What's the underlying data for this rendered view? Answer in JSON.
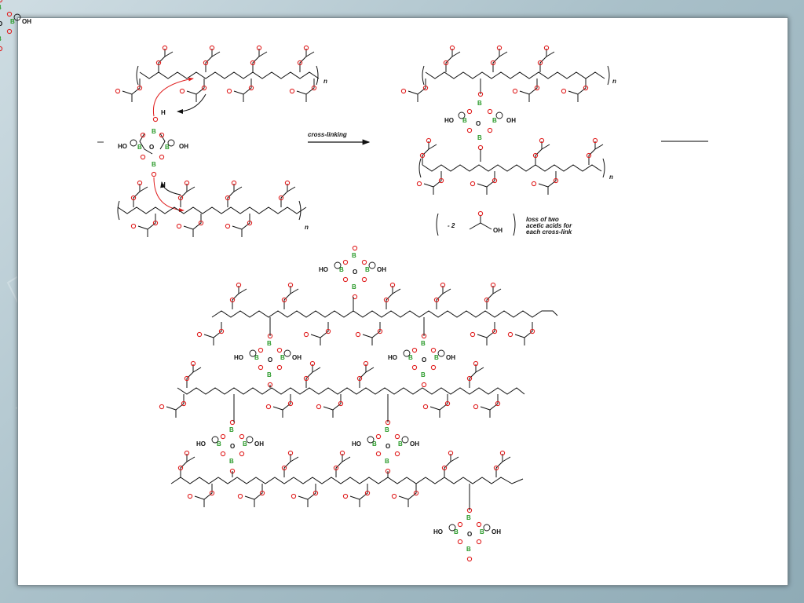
{
  "scheme": {
    "arrow_label": "cross-linking",
    "repeat_index": "n",
    "loss_coefficient": "- 2",
    "loss_note_lines": [
      "loss of two",
      "acetic acids for",
      "each cross-link"
    ],
    "atoms": {
      "oxygen": "O",
      "boron": "B",
      "hydroxyl": "HO",
      "hydroxyl_right": "OH",
      "hydrogen": "H",
      "charge": "−"
    }
  },
  "colors": {
    "oxygen": "#e02020",
    "boron": "#2a9a2a",
    "bond": "#111111",
    "frame_bg": "#ffffff",
    "page_bg": "#a9c0c9"
  }
}
